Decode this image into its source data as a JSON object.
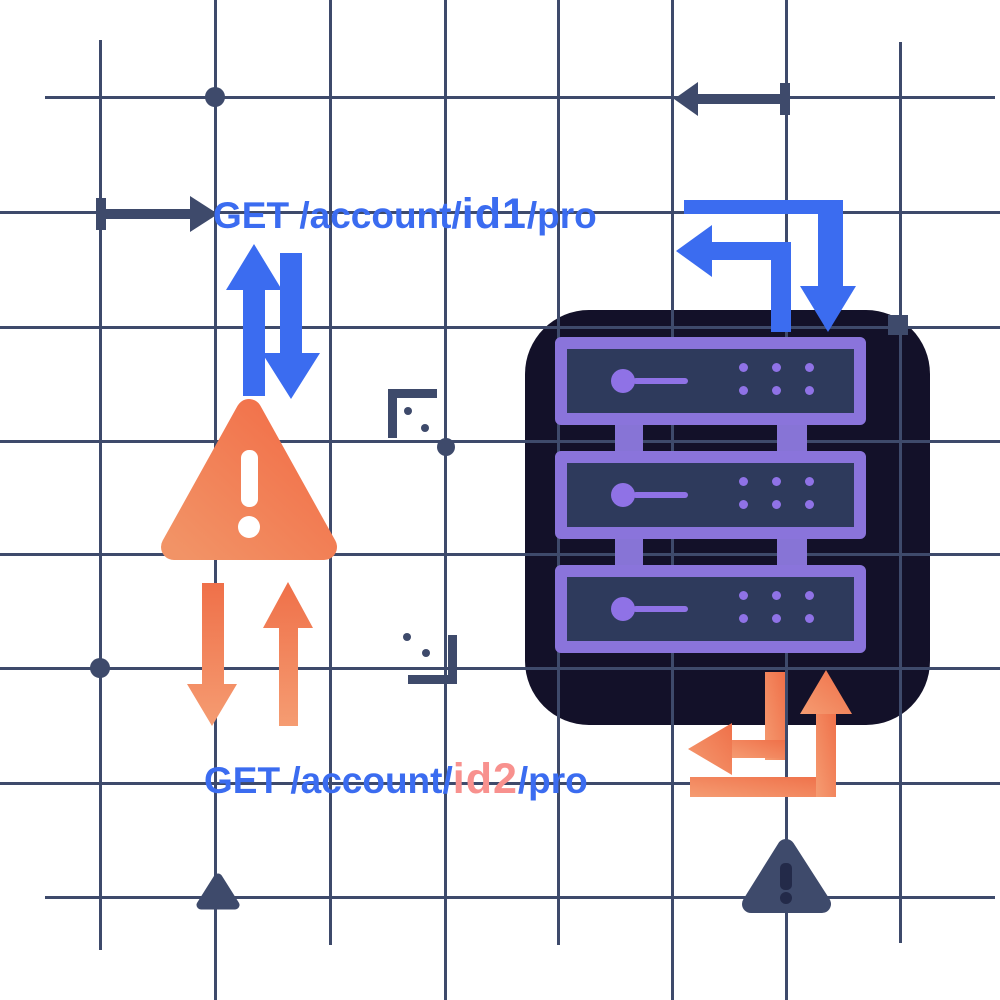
{
  "canvas": {
    "background": "#FFFFFF",
    "grid_color": "#3E4A6B"
  },
  "requests": [
    {
      "prefix": "GET /account/",
      "id": "id1",
      "suffix": "/pro",
      "text_color": "#3B6CF0",
      "id_style": "color:#3B6CF0"
    },
    {
      "prefix": "GET /account/",
      "id": "id2",
      "suffix": "/pro",
      "text_color": "#3B6CF0",
      "id_style": "color:#F8918E"
    }
  ],
  "server": {
    "units": 3,
    "leds_per_unit": 6,
    "body_color": "#131129",
    "frame_color": "#8A74DB",
    "panel_color": "#2E3A5C",
    "light_color": "#8F72E6"
  },
  "colors": {
    "blue": "#3B6CF0",
    "orange_dark": "#EF7049",
    "orange_light": "#F59C72",
    "salmon": "#F8918E",
    "slate": "#3E4A6B",
    "navy": "#131129",
    "exclamation_dark": "#232A49",
    "white": "#FFFFFF"
  },
  "icons": [
    "server-rack",
    "warning-triangle-orange",
    "warning-triangle-dark",
    "arrow-up-blue",
    "arrow-down-blue",
    "arrow-down-orange",
    "arrow-up-orange",
    "elbow-arrow-blue-request",
    "elbow-arrow-blue-response",
    "elbow-arrow-orange-request",
    "elbow-arrow-orange-response",
    "arrow-right-dark",
    "arrow-left-dark",
    "corner-bracket-top-left",
    "corner-bracket-bottom-right",
    "grid-dot",
    "grid-square",
    "grid-triangle"
  ]
}
